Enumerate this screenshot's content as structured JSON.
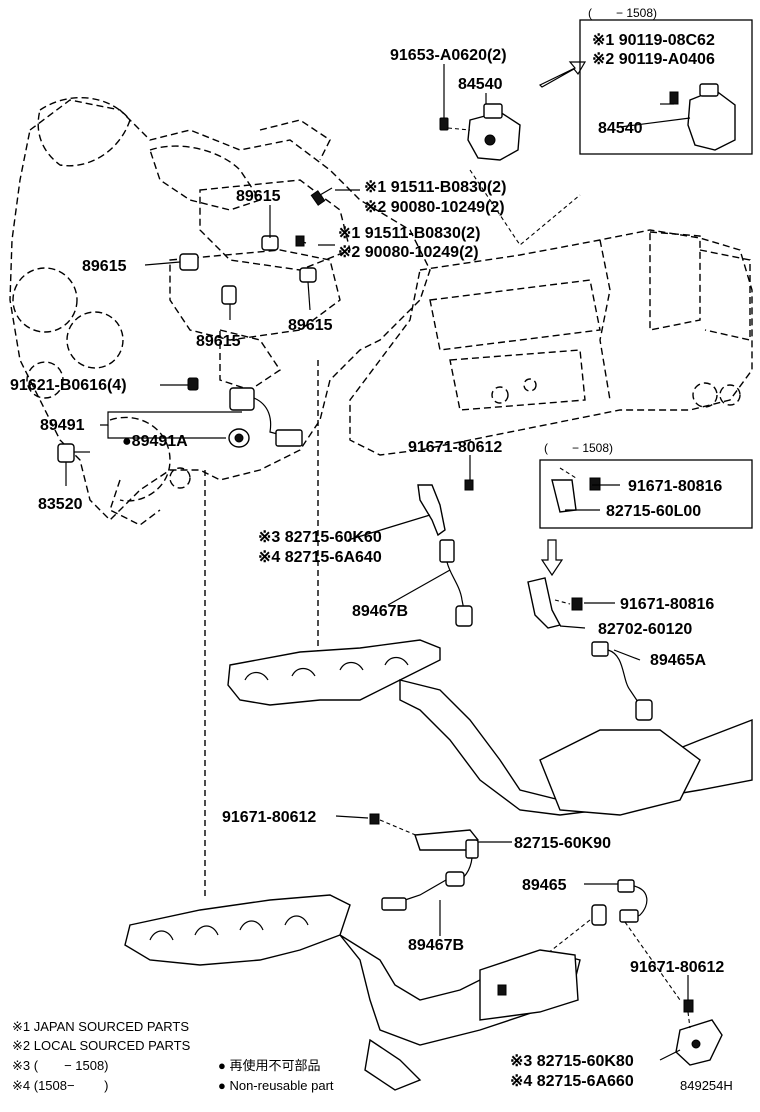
{
  "callouts": {
    "bolt_top": "91653-A0620(2)",
    "sensor_top": "84540",
    "inset1_title": "(　　− 1508)",
    "inset1_line1": "※1 90119-08C62",
    "inset1_line2": "※2 90119-A0406",
    "inset1_part": "84540",
    "s89615_a": "89615",
    "bolt_a1": "※1 91511-B0830(2)",
    "bolt_a2": "※2 90080-10249(2)",
    "bolt_b1": "※1 91511-B0830(2)",
    "bolt_b2": "※2 90080-10249(2)",
    "s89615_b": "89615",
    "s89615_c": "89615",
    "s89615_d": "89615",
    "bolt_c": "91621-B0616(4)",
    "harness": "89491",
    "grommet": "●89491A",
    "knock": "83520",
    "bolt_d": "91671-80612",
    "inset2_title": "(　　− 1508)",
    "inset2_bolt": "91671-80816",
    "inset2_bracket": "82715-60L00",
    "bracket_a3": "※3 82715-60K60",
    "bracket_a4": "※4 82715-6A640",
    "o2_b1": "89467B",
    "bolt_e": "91671-80816",
    "bracket_e": "82702-60120",
    "o2_a": "89465A",
    "bolt_f": "91671-80612",
    "bracket_f": "82715-60K90",
    "o2_b2": "89467B",
    "o2_main": "89465",
    "bolt_g": "91671-80612",
    "bracket_g3": "※3 82715-60K80",
    "bracket_g4": "※4 82715-6A660",
    "diagram_id": "849254H"
  },
  "legend": {
    "n1": "※1 JAPAN SOURCED PARTS",
    "n2": "※2 LOCAL SOURCED PARTS",
    "n3": "※3 (　　− 1508)",
    "n4": "※4 (1508−　　 )",
    "nr_jp": "● 再使用不可部品",
    "nr_en": "● Non-reusable part"
  }
}
